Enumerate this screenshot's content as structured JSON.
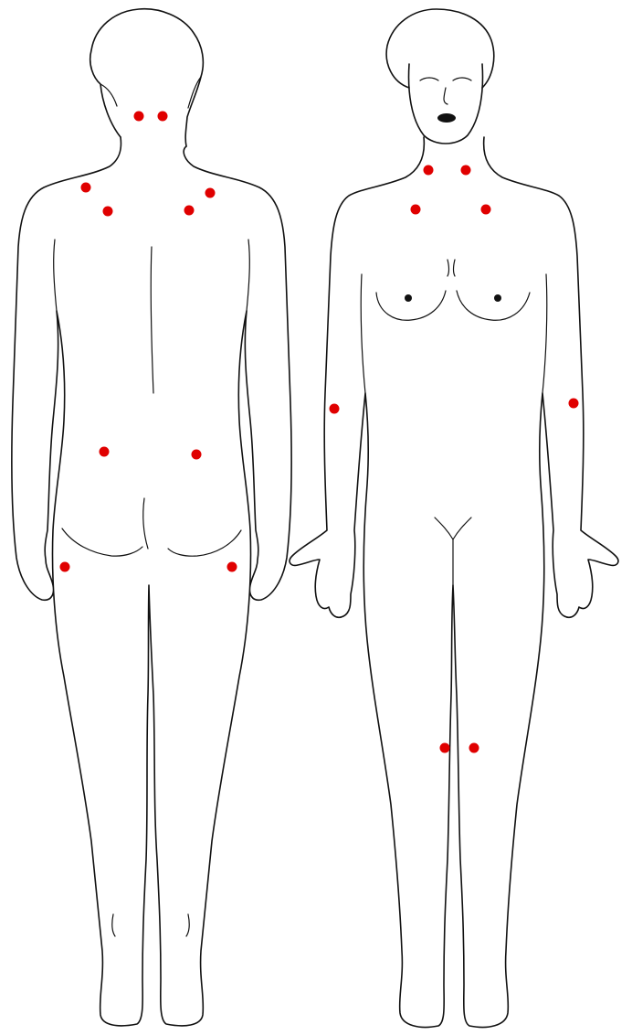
{
  "figure": {
    "views": [
      "back",
      "front"
    ],
    "marker_color": "#e00000",
    "line_color": "#111111",
    "background": "#ffffff"
  },
  "tender_points": {
    "back": [
      "neck-left",
      "neck-right",
      "upper-shoulder-left",
      "upper-shoulder-right",
      "shoulder-blade-left",
      "shoulder-blade-right",
      "lower-back-left",
      "lower-back-right",
      "hip-left",
      "hip-right"
    ],
    "front": [
      "lower-neck-left",
      "lower-neck-right",
      "upper-chest-left",
      "upper-chest-right",
      "elbow-left",
      "elbow-right",
      "knee-left",
      "knee-right"
    ]
  }
}
